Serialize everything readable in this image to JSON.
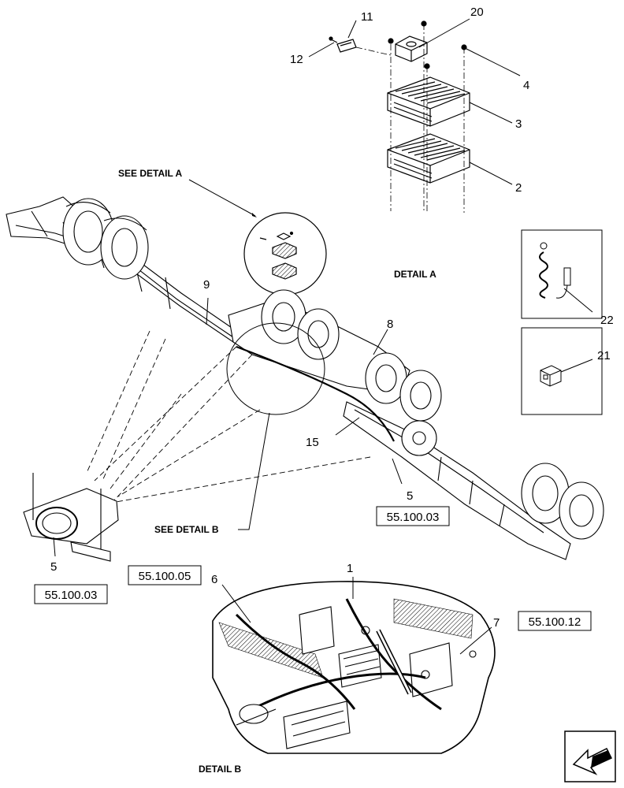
{
  "labels": {
    "see_detail_a": "SEE DETAIL  A",
    "see_detail_b": "SEE DETAIL  B",
    "detail_a": "DETAIL A",
    "detail_b": "DETAIL B"
  },
  "callouts": [
    "11",
    "20",
    "12",
    "4",
    "3",
    "2",
    "9",
    "8",
    "15",
    "5",
    "5",
    "22",
    "21",
    "1",
    "6",
    "7"
  ],
  "references": [
    "55.100.03",
    "55.100.03",
    "55.100.05",
    "55.100.12"
  ],
  "colors": {
    "line": "#000000",
    "background": "#ffffff"
  },
  "icons": {
    "navigation": "arrow-icon"
  }
}
